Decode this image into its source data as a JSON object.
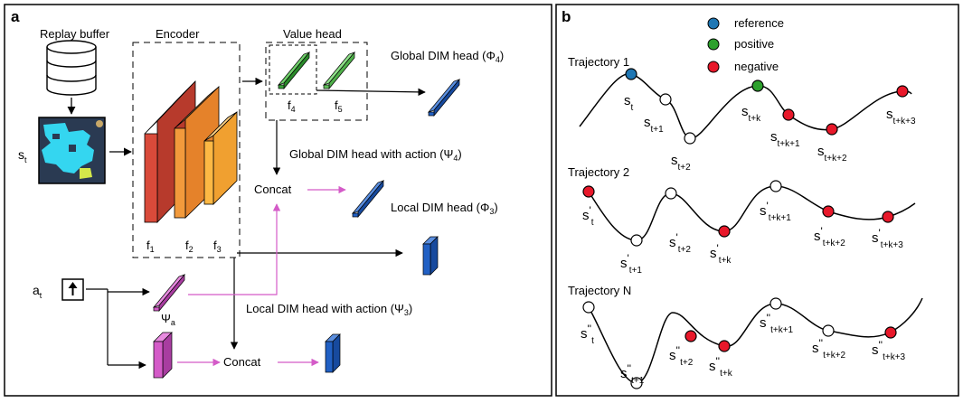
{
  "panel_a": {
    "letter": "a",
    "replay_buffer": "Replay buffer",
    "encoder": "Encoder",
    "value_head": "Value head",
    "state_label": "s",
    "state_sub": "t",
    "action_label": "a",
    "action_sub": "t",
    "features": {
      "f1": {
        "main": "f",
        "sub": "1"
      },
      "f2": {
        "main": "f",
        "sub": "2"
      },
      "f3": {
        "main": "f",
        "sub": "3"
      },
      "f4": {
        "main": "f",
        "sub": "4"
      },
      "f5": {
        "main": "f",
        "sub": "5"
      }
    },
    "psi_a": {
      "main": "Ψ",
      "sub": "a"
    },
    "global_dim": {
      "main": "Global DIM head (Φ",
      "sub": "4",
      "end": ")"
    },
    "global_dim_action": {
      "main": "Global DIM head with action (Ψ",
      "sub": "4",
      "end": ")"
    },
    "concat_top": "Concat",
    "local_dim": {
      "main": "Local DIM head (Φ",
      "sub": "3",
      "end": ")"
    },
    "local_dim_action": {
      "main": "Local DIM head with action (Ψ",
      "sub": "3",
      "end": ")"
    },
    "concat_bottom": "Concat",
    "colors": {
      "conv1": "#d94a3a",
      "conv2": "#f29a3c",
      "conv3": "#fdb844",
      "green": "#3aa23a",
      "blue": "#2160c4",
      "magenta": "#d45bc8"
    }
  },
  "panel_b": {
    "letter": "b",
    "legend": [
      {
        "label": "reference",
        "color": "#1f77b4"
      },
      {
        "label": "positive",
        "color": "#2ca02c"
      },
      {
        "label": "negative",
        "color": "#e8182a"
      }
    ],
    "trajectories": [
      {
        "name": "Trajectory 1",
        "points": [
          {
            "main": "s",
            "prime": "",
            "sub": "t",
            "kind": "reference"
          },
          {
            "main": "s",
            "prime": "",
            "sub": "t+1",
            "kind": "none"
          },
          {
            "main": "s",
            "prime": "",
            "sub": "t+2",
            "kind": "none"
          },
          {
            "main": "s",
            "prime": "",
            "sub": "t+k",
            "kind": "positive"
          },
          {
            "main": "s",
            "prime": "",
            "sub": "t+k+1",
            "kind": "negative"
          },
          {
            "main": "s",
            "prime": "",
            "sub": "t+k+2",
            "kind": "negative"
          },
          {
            "main": "s",
            "prime": "",
            "sub": "t+k+3",
            "kind": "negative"
          }
        ]
      },
      {
        "name": "Trajectory 2",
        "points": [
          {
            "main": "s",
            "prime": "'",
            "sub": "t",
            "kind": "negative"
          },
          {
            "main": "s",
            "prime": "'",
            "sub": "t+1",
            "kind": "none"
          },
          {
            "main": "s",
            "prime": "'",
            "sub": "t+2",
            "kind": "none"
          },
          {
            "main": "s",
            "prime": "'",
            "sub": "t+k",
            "kind": "negative"
          },
          {
            "main": "s",
            "prime": "'",
            "sub": "t+k+1",
            "kind": "none"
          },
          {
            "main": "s",
            "prime": "'",
            "sub": "t+k+2",
            "kind": "negative"
          },
          {
            "main": "s",
            "prime": "'",
            "sub": "t+k+3",
            "kind": "negative"
          }
        ]
      },
      {
        "name": "Trajectory N",
        "points": [
          {
            "main": "s",
            "prime": "''",
            "sub": "t",
            "kind": "none"
          },
          {
            "main": "s",
            "prime": "''",
            "sub": "t+1",
            "kind": "none"
          },
          {
            "main": "s",
            "prime": "''",
            "sub": "t+2",
            "kind": "negative"
          },
          {
            "main": "s",
            "prime": "''",
            "sub": "t+k",
            "kind": "negative"
          },
          {
            "main": "s",
            "prime": "''",
            "sub": "t+k+1",
            "kind": "none"
          },
          {
            "main": "s",
            "prime": "''",
            "sub": "t+k+2",
            "kind": "none"
          },
          {
            "main": "s",
            "prime": "''",
            "sub": "t+k+3",
            "kind": "negative"
          }
        ]
      }
    ]
  }
}
